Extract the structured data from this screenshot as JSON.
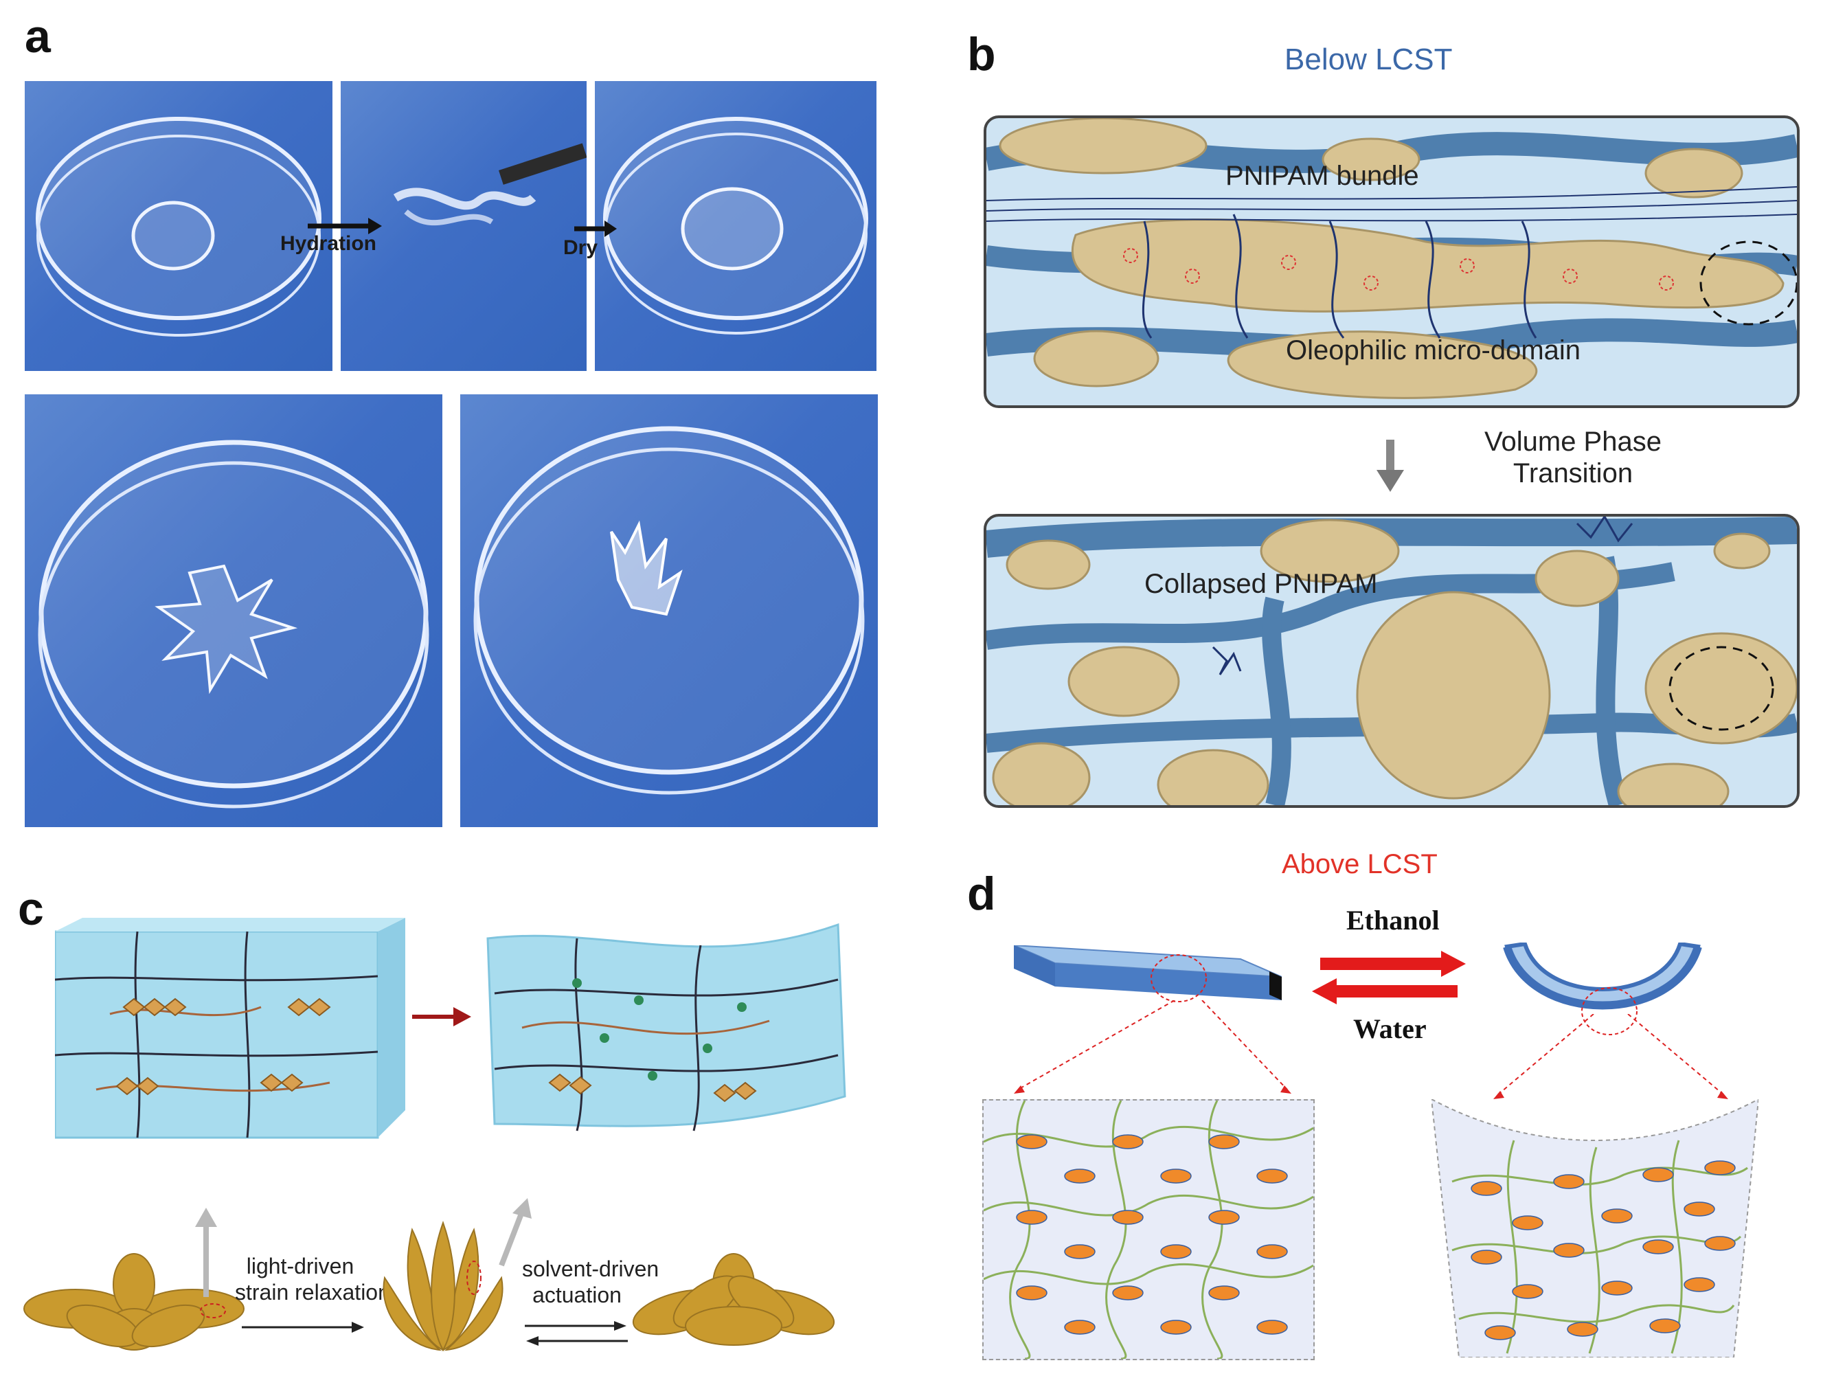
{
  "panels": {
    "a": {
      "letter": "a",
      "arrow_hydration": "Hydration",
      "arrow_dry": "Dry"
    },
    "b": {
      "letter": "b",
      "header_top": "Below LCST",
      "label_bundle": "PNIPAM bundle",
      "label_domain": "Oleophilic micro-domain",
      "transition_line1": "Volume Phase",
      "transition_line2": "Transition",
      "label_collapsed": "Collapsed PNIPAM",
      "header_bottom": "Above LCST"
    },
    "c": {
      "letter": "c",
      "step1_line1": "light-driven",
      "step1_line2": "strain relaxation",
      "step2_line1": "solvent-driven",
      "step2_line2": "actuation"
    },
    "d": {
      "letter": "d",
      "label_forward": "Ethanol",
      "label_reverse": "Water"
    }
  },
  "colors": {
    "photo_blue": "#4a78c9",
    "hydrogel_blue": "#4f7fae",
    "oleophilic_tan": "#d8c392",
    "red_arrow": "#e31b1b",
    "gel_cyan": "#a8dcee",
    "flower_gold": "#c99a2e"
  }
}
